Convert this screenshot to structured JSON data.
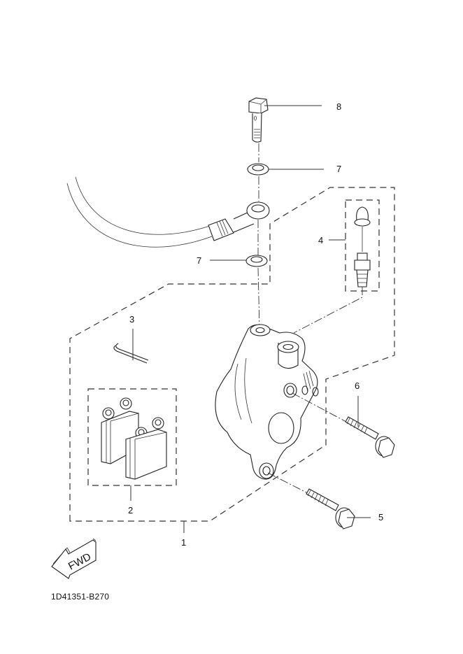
{
  "diagram": {
    "type": "exploded parts diagram",
    "subject": "Front brake caliper assembly",
    "callouts": [
      {
        "id": "1",
        "label": "1",
        "part": "caliper assembly"
      },
      {
        "id": "2",
        "label": "2",
        "part": "brake pad kit"
      },
      {
        "id": "3",
        "label": "3",
        "part": "pin / clip"
      },
      {
        "id": "4",
        "label": "4",
        "part": "bleed screw set"
      },
      {
        "id": "5",
        "label": "5",
        "part": "bolt (lower)"
      },
      {
        "id": "6",
        "label": "6",
        "part": "bolt (upper)"
      },
      {
        "id": "7a",
        "label": "7",
        "part": "gasket (upper)"
      },
      {
        "id": "7b",
        "label": "7",
        "part": "gasket (lower)"
      },
      {
        "id": "8",
        "label": "8",
        "part": "union bolt"
      }
    ],
    "direction_marker": "FWD",
    "diagram_code": "1D41351-B270"
  }
}
